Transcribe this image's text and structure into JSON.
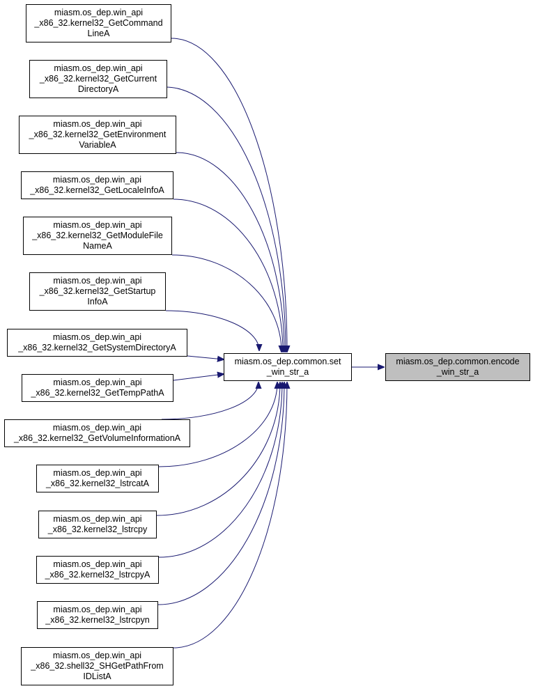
{
  "colors": {
    "edge": "#191970",
    "node_border": "#000000",
    "target_fill": "#bfbfbf",
    "node_fill": "#ffffff"
  },
  "target": {
    "lines": [
      "miasm.os_dep.common.encode",
      "_win_str_a"
    ]
  },
  "center": {
    "lines": [
      "miasm.os_dep.common.set",
      "_win_str_a"
    ]
  },
  "callers": [
    {
      "lines": [
        "miasm.os_dep.win_api",
        "_x86_32.kernel32_GetCommand",
        "LineA"
      ]
    },
    {
      "lines": [
        "miasm.os_dep.win_api",
        "_x86_32.kernel32_GetCurrent",
        "DirectoryA"
      ]
    },
    {
      "lines": [
        "miasm.os_dep.win_api",
        "_x86_32.kernel32_GetEnvironment",
        "VariableA"
      ]
    },
    {
      "lines": [
        "miasm.os_dep.win_api",
        "_x86_32.kernel32_GetLocaleInfoA"
      ]
    },
    {
      "lines": [
        "miasm.os_dep.win_api",
        "_x86_32.kernel32_GetModuleFile",
        "NameA"
      ]
    },
    {
      "lines": [
        "miasm.os_dep.win_api",
        "_x86_32.kernel32_GetStartup",
        "InfoA"
      ]
    },
    {
      "lines": [
        "miasm.os_dep.win_api",
        "_x86_32.kernel32_GetSystemDirectoryA"
      ]
    },
    {
      "lines": [
        "miasm.os_dep.win_api",
        "_x86_32.kernel32_GetTempPathA"
      ]
    },
    {
      "lines": [
        "miasm.os_dep.win_api",
        "_x86_32.kernel32_GetVolumeInformationA"
      ]
    },
    {
      "lines": [
        "miasm.os_dep.win_api",
        "_x86_32.kernel32_lstrcatA"
      ]
    },
    {
      "lines": [
        "miasm.os_dep.win_api",
        "_x86_32.kernel32_lstrcpy"
      ]
    },
    {
      "lines": [
        "miasm.os_dep.win_api",
        "_x86_32.kernel32_lstrcpyA"
      ]
    },
    {
      "lines": [
        "miasm.os_dep.win_api",
        "_x86_32.kernel32_lstrcpyn"
      ]
    },
    {
      "lines": [
        "miasm.os_dep.win_api",
        "_x86_32.shell32_SHGetPathFrom",
        "IDListA"
      ]
    }
  ]
}
